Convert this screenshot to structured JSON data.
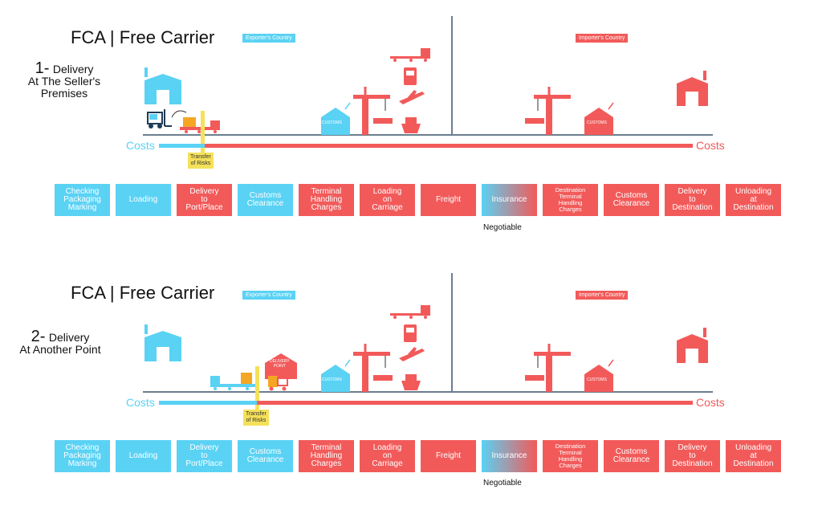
{
  "colors": {
    "exporter": "#5ad2f4",
    "importer": "#f25a5a",
    "risk": "#f5e15a",
    "line": "#6b7f8e"
  },
  "panel1": {
    "title": "FCA | Free Carrier",
    "exporter_tag": "Exporter's Country",
    "importer_tag": "Importer's Country",
    "heading_num": "1-",
    "heading_text": "Delivery\nAt The Seller's\nPremises",
    "costs_left": "Costs",
    "costs_right": "Costs",
    "risk_label": "Transfer\nof Risks",
    "customs_label_1": "CUSTOMS",
    "customs_label_2": "CUSTOMS",
    "negotiable": "Negotiable",
    "boxes": [
      {
        "label": "Checking\nPackaging\nMarking",
        "color": "b"
      },
      {
        "label": "Loading",
        "color": "b"
      },
      {
        "label": "Delivery\nto\nPort/Place",
        "color": "r"
      },
      {
        "label": "Customs\nClearance",
        "color": "b"
      },
      {
        "label": "Terminal\nHandling\nCharges",
        "color": "r"
      },
      {
        "label": "Loading\non\nCarriage",
        "color": "r"
      },
      {
        "label": "Freight",
        "color": "r"
      },
      {
        "label": "Insurance",
        "color": "g"
      },
      {
        "label": "Destination\nTerminal\nHandling\nCharges",
        "color": "r",
        "small": true
      },
      {
        "label": "Customs\nClearance",
        "color": "r"
      },
      {
        "label": "Delivery\nto\nDestination",
        "color": "r"
      },
      {
        "label": "Unloading\nat\nDestination",
        "color": "r"
      }
    ]
  },
  "panel2": {
    "title": "FCA | Free Carrier",
    "exporter_tag": "Exporter's Country",
    "importer_tag": "Importer's Country",
    "heading_num": "2-",
    "heading_text": "Delivery\nAt Another Point",
    "costs_left": "Costs",
    "costs_right": "Costs",
    "risk_label": "Transfer\nof Risks",
    "delivery_point_label": "DELIVERY\nPOINT",
    "customs_label_1": "CUSTOMS",
    "customs_label_2": "CUSTOMS",
    "negotiable": "Negotiable",
    "boxes": [
      {
        "label": "Checking\nPackaging\nMarking",
        "color": "b"
      },
      {
        "label": "Loading",
        "color": "b"
      },
      {
        "label": "Delivery\nto\nPort/Place",
        "color": "b"
      },
      {
        "label": "Customs\nClearance",
        "color": "b"
      },
      {
        "label": "Terminal\nHandling\nCharges",
        "color": "r"
      },
      {
        "label": "Loading\non\nCarriage",
        "color": "r"
      },
      {
        "label": "Freight",
        "color": "r"
      },
      {
        "label": "Insurance",
        "color": "g"
      },
      {
        "label": "Destination\nTerminal\nHandling\nCharges",
        "color": "r",
        "small": true
      },
      {
        "label": "Customs\nClearance",
        "color": "r"
      },
      {
        "label": "Delivery\nto\nDestination",
        "color": "r"
      },
      {
        "label": "Unloading\nat\nDestination",
        "color": "r"
      }
    ]
  }
}
